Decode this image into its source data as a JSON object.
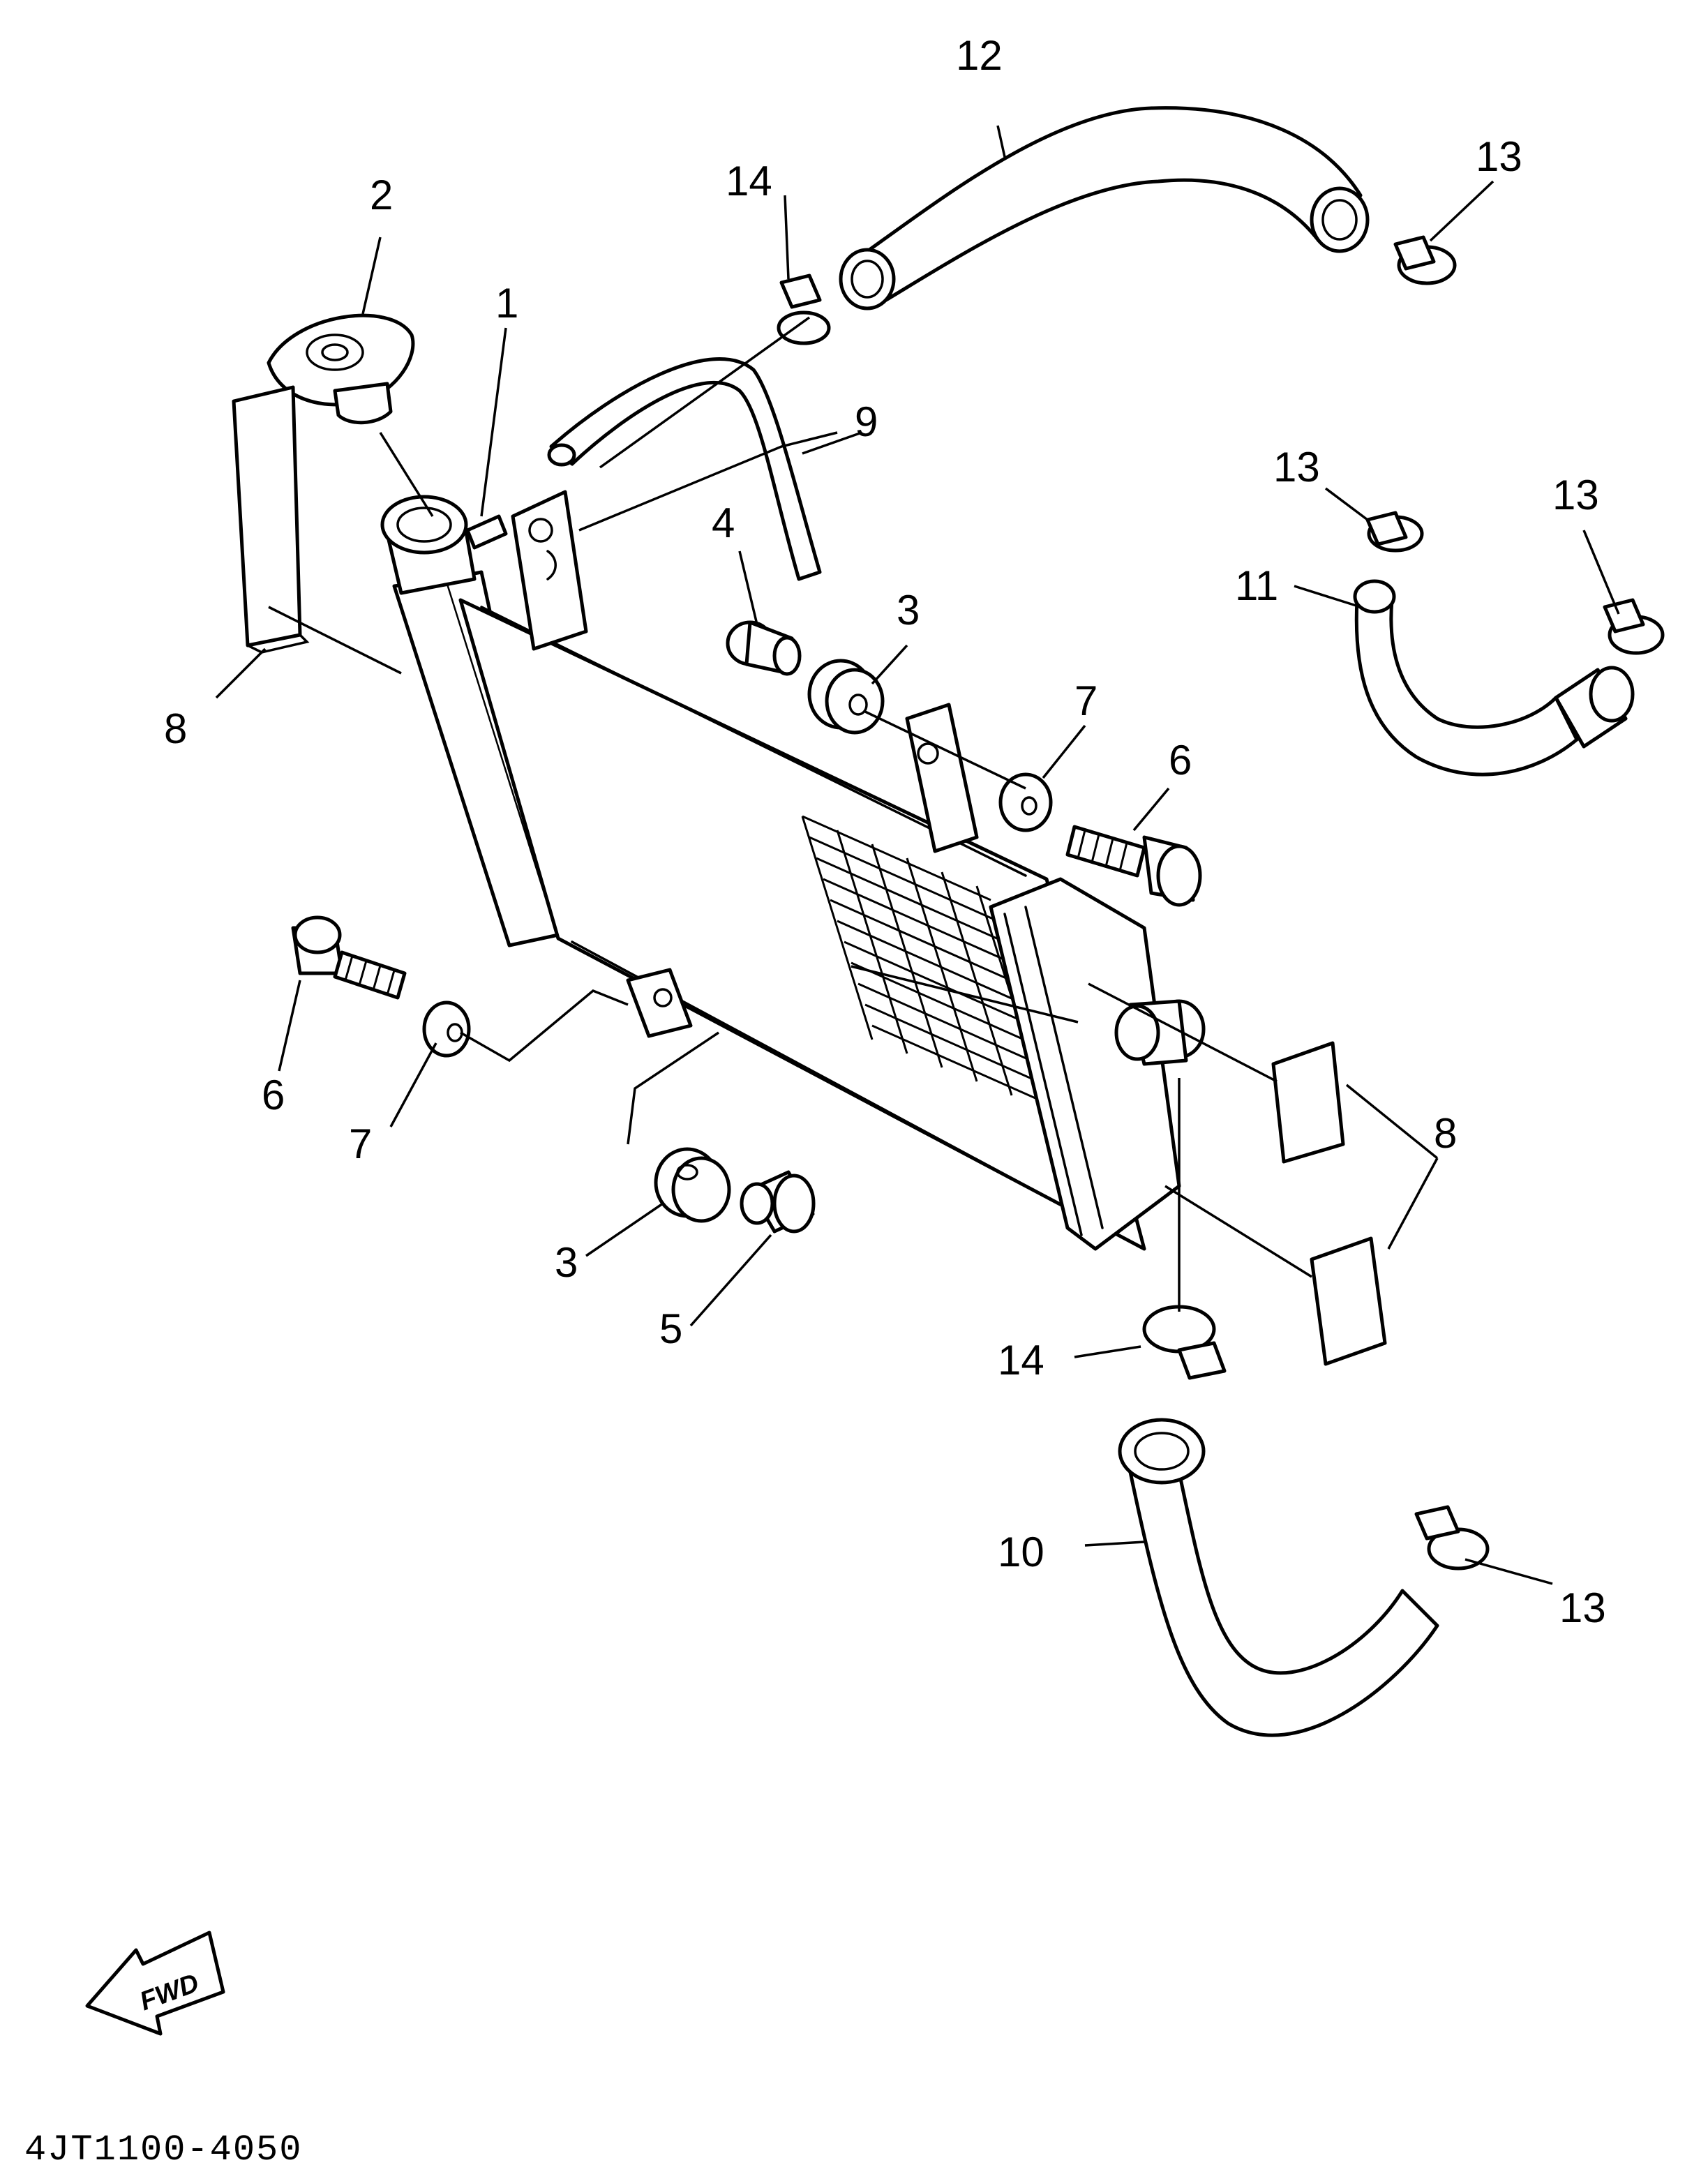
{
  "diagram": {
    "callouts": [
      {
        "id": "c1",
        "label": "1"
      },
      {
        "id": "c2",
        "label": "2"
      },
      {
        "id": "c3a",
        "label": "3"
      },
      {
        "id": "c3b",
        "label": "3"
      },
      {
        "id": "c4",
        "label": "4"
      },
      {
        "id": "c5",
        "label": "5"
      },
      {
        "id": "c6a",
        "label": "6"
      },
      {
        "id": "c6b",
        "label": "6"
      },
      {
        "id": "c7a",
        "label": "7"
      },
      {
        "id": "c7b",
        "label": "7"
      },
      {
        "id": "c8a",
        "label": "8"
      },
      {
        "id": "c8b",
        "label": "8"
      },
      {
        "id": "c9",
        "label": "9"
      },
      {
        "id": "c10",
        "label": "10"
      },
      {
        "id": "c11",
        "label": "11"
      },
      {
        "id": "c12",
        "label": "12"
      },
      {
        "id": "c13a",
        "label": "13"
      },
      {
        "id": "c13b",
        "label": "13"
      },
      {
        "id": "c13c",
        "label": "13"
      },
      {
        "id": "c13d",
        "label": "13"
      },
      {
        "id": "c14a",
        "label": "14"
      },
      {
        "id": "c14b",
        "label": "14"
      }
    ],
    "fwd_label": "FWD",
    "drawing_code": "4JT1100-4050"
  }
}
